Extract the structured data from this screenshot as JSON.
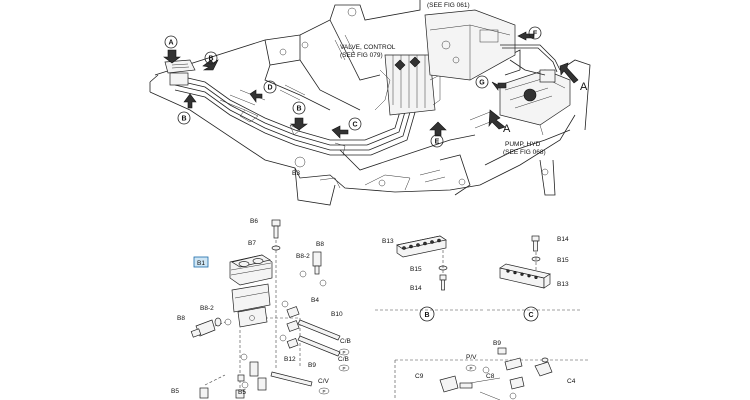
{
  "refs": {
    "see_fig_061": "(SEE FIG 061)",
    "valve_control": "VALVE, CONTROL",
    "see_fig_079": "(SEE FIG 079)",
    "pump_hyd": "PUMP, HYD",
    "see_fig_068": "(SEE FIG 068)"
  },
  "callouts": {
    "A": "A",
    "B": "B",
    "C": "C",
    "D": "D",
    "E": "E",
    "F": "F",
    "G": "G"
  },
  "part_labels": {
    "B1": "B1",
    "B3": "B3",
    "B4": "B4",
    "B5": "B5",
    "B6": "B6",
    "B7": "B7",
    "B8": "B8",
    "B8_2a": "B8-2",
    "B8_2b": "B8-2",
    "B9a": "B9",
    "B9b": "B9",
    "B10": "B10",
    "B12": "B12",
    "B13a": "B13",
    "B13b": "B13",
    "B14a": "B14",
    "B14b": "B14",
    "B15a": "B15",
    "B15b": "B15",
    "CB1": "C/B",
    "CB2": "C/B",
    "CV": "C/V",
    "PV": "P/V",
    "C4": "C4",
    "C8": "C8",
    "C9": "C9",
    "P1": "P",
    "P2": "P",
    "P3": "P",
    "P4": "P"
  },
  "detail_titles": {
    "B": "B",
    "C": "C"
  }
}
